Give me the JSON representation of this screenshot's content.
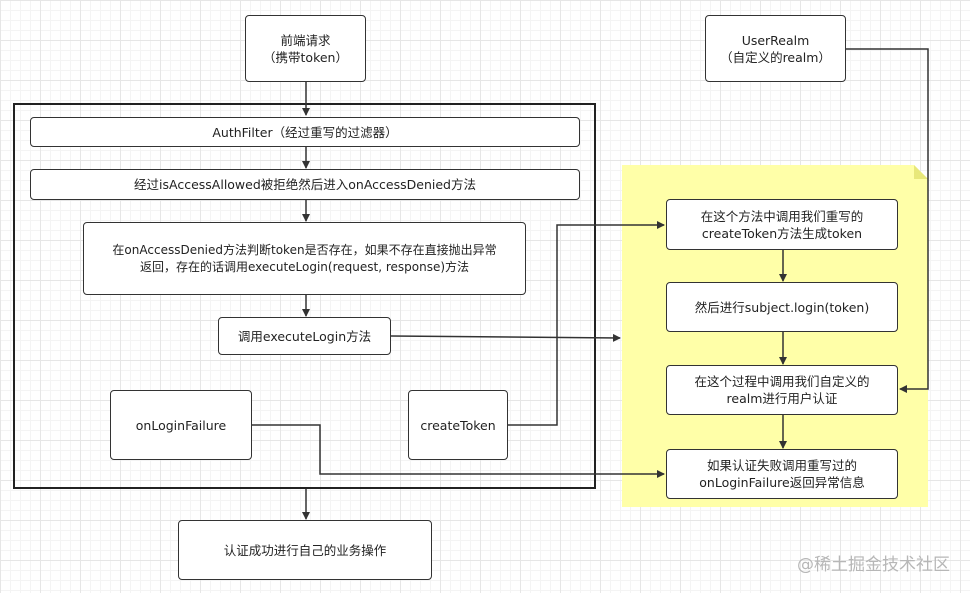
{
  "nodes": {
    "frontend_request": "前端请求\n（携带token）",
    "user_realm": "UserRealm\n（自定义的realm）",
    "auth_filter": "AuthFilter（经过重写的过滤器）",
    "access_denied": "经过isAccessAllowed被拒绝然后进入onAccessDenied方法",
    "check_token": "在onAccessDenied方法判断token是否存在，如果不存在直接抛出异常\n返回，存在的话调用executeLogin(request, response)方法",
    "call_execute_login": "调用executeLogin方法",
    "on_login_failure": "onLoginFailure",
    "create_token": "createToken",
    "success": "认证成功进行自己的业务操作",
    "call_create_token": "在这个方法中调用我们重写的\ncreateToken方法生成token",
    "subject_login": "然后进行subject.login(token)",
    "realm_auth": "在这个过程中调用我们自定义的\nrealm进行用户认证",
    "failure_return": "如果认证失败调用重写过的\nonLoginFailure返回异常信息"
  },
  "watermark": "@稀土掘金技术社区",
  "colors": {
    "note": "#ffffa8",
    "stroke": "#333333",
    "grid": "#e6e6e6"
  }
}
